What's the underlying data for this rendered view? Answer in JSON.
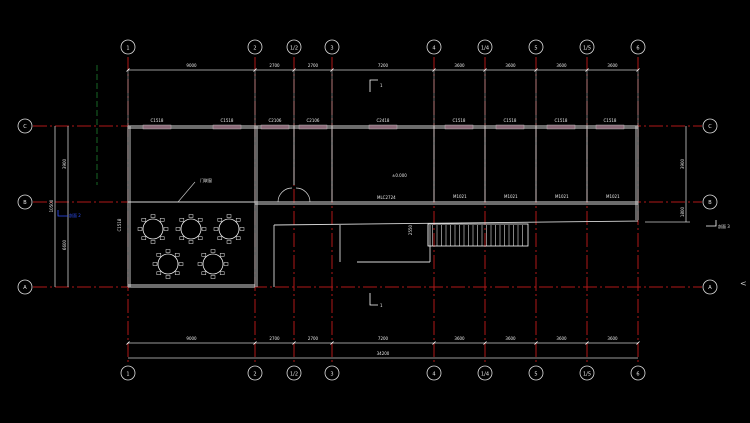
{
  "colors": {
    "background": "#000000",
    "axis": "#b01818",
    "wall": "#d8d8d8",
    "section": "#3050ff",
    "green_axis": "#208030"
  },
  "grid_columns": [
    "1",
    "2",
    "1/2",
    "3",
    "4",
    "1/4",
    "5",
    "1/5",
    "6"
  ],
  "grid_rows": [
    "C",
    "B",
    "A"
  ],
  "top_dimensions": [
    "9000",
    "2700",
    "2700",
    "7200",
    "3600",
    "3600",
    "3600",
    "3600"
  ],
  "bottom_dimensions": [
    "9000",
    "2700",
    "2700",
    "7200",
    "3600",
    "3600",
    "3600",
    "3600"
  ],
  "bottom_total": "34200",
  "left_dimensions": [
    "3900",
    "6600"
  ],
  "left_total": "10500",
  "right_dimensions": [
    "3900",
    "1800"
  ],
  "labels": {
    "windows_top": [
      "C1518",
      "C1518",
      "C2106",
      "C2106",
      "C2418",
      "C1518",
      "C1518",
      "C1518",
      "C1518"
    ],
    "window_left": "C1518",
    "door_label": "门联窗",
    "elevation": "±0.000",
    "corridor_window": "MLC2724",
    "stair_dim": "2550",
    "doors": [
      "M1021",
      "M1021",
      "M1021",
      "M1021"
    ],
    "section_mark": "1",
    "section_left": "剖面 2",
    "section_right": "剖面 3",
    "corner_mark": "<"
  }
}
